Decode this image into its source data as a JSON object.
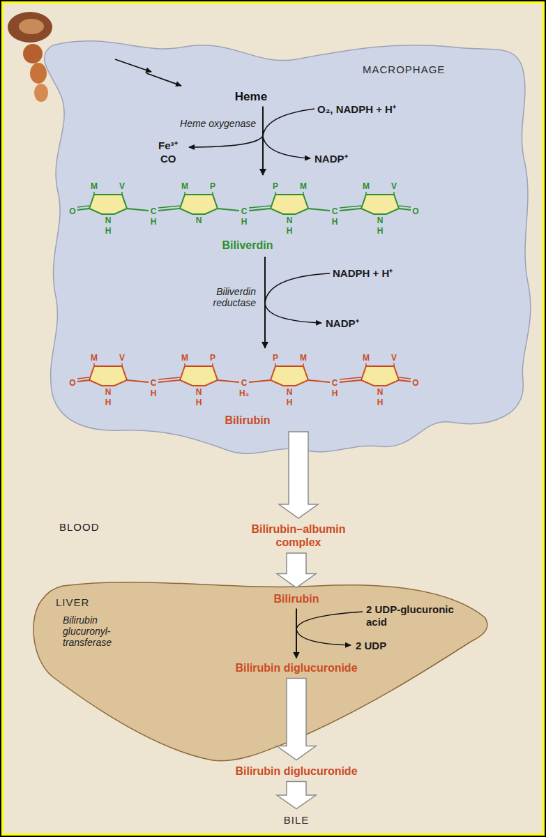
{
  "diagram": {
    "nodes": [
      {
        "text": [
          "MACROPHAGE"
        ]
      },
      {
        "text": [
          "Heme"
        ],
        "in": 0
      },
      {
        "text": [
          "Biliverdin"
        ],
        "in": 0
      },
      {
        "text": [
          "Bilirubin"
        ],
        "in": 0
      },
      {
        "text": [
          "Bilirubin–albumin complex"
        ]
      },
      {
        "text": [
          "LIVER"
        ]
      },
      {
        "text": [
          "Bilirubin"
        ],
        "in": 5
      },
      {
        "text": [
          "Bilirubin diglucuronide"
        ],
        "in": 5
      },
      {
        "text": [
          "Bilirubin diglucuronide"
        ]
      },
      {
        "text": [
          "BILE"
        ]
      }
    ],
    "edges": [
      {
        "from": 1,
        "to": 2,
        "label": "Heme oxygenase",
        "arrow": "to"
      },
      {
        "from": 2,
        "to": 3,
        "label": "Biliverdin reductase",
        "arrow": "to"
      },
      {
        "from": 3,
        "to": 4,
        "arrow": "to"
      },
      {
        "from": 4,
        "to": 6,
        "arrow": "to"
      },
      {
        "from": 6,
        "to": 7,
        "label": "Bilirubin glucuronyl-transferase",
        "arrow": "to"
      },
      {
        "from": 7,
        "to": 8,
        "arrow": "to"
      },
      {
        "from": 8,
        "to": 9,
        "arrow": "to"
      }
    ],
    "labels": [
      "O₂, NADPH + H⁺",
      "Fe³⁺",
      "CO",
      "NADP⁺",
      "NADPH + H⁺",
      "NADP⁺",
      "BLOOD",
      "2 UDP-glucuronic acid",
      "2 UDP",
      "M",
      "V",
      "M",
      "P",
      "P",
      "M",
      "M",
      "V",
      "O",
      "N",
      "H",
      "C",
      "H",
      "N",
      "C",
      "H",
      "N",
      "H",
      "C",
      "H",
      "N",
      "H",
      "O",
      "M",
      "V",
      "M",
      "P",
      "P",
      "M",
      "M",
      "V",
      "O",
      "N",
      "H",
      "C",
      "H",
      "N",
      "H",
      "C",
      "H₂",
      "N",
      "H",
      "C",
      "H",
      "N",
      "H",
      "O"
    ]
  }
}
